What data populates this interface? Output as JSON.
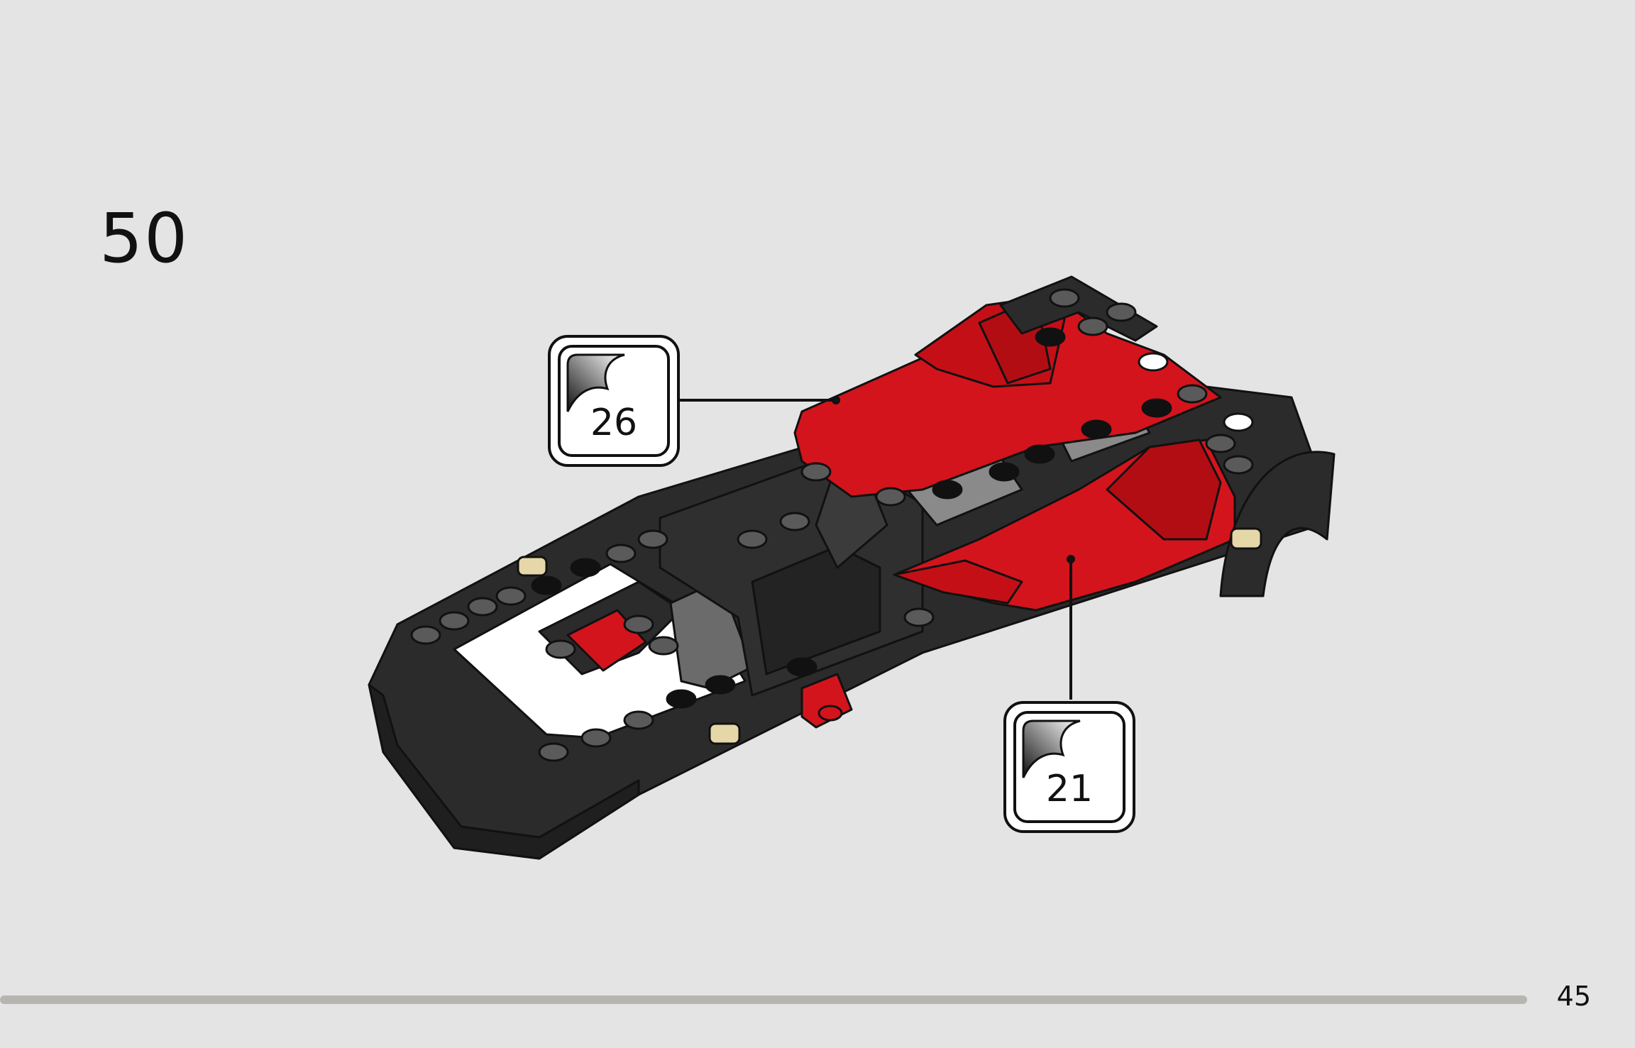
{
  "step": {
    "number": "50"
  },
  "callouts": [
    {
      "quantity": "26"
    },
    {
      "quantity": "21"
    }
  ],
  "footer": {
    "page_number": "45"
  },
  "colors": {
    "background": "#e4e4e5",
    "brick_red": "#d4141c",
    "brick_black": "#2b2b2b",
    "brick_dark_gray": "#6b6b6b",
    "brick_white": "#ffffff",
    "pin_tan": "#e6d7a8"
  }
}
